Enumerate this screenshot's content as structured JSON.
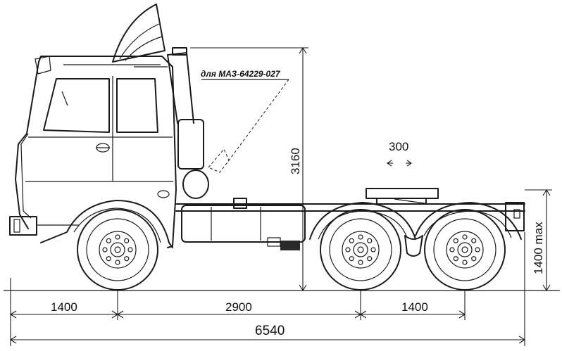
{
  "note": "для МАЗ-64229-027",
  "dimensions": {
    "front_overhang": "1400",
    "wheelbase_1": "2900",
    "wheelbase_2": "1400",
    "total_length": "6540",
    "height": "3160",
    "fifth_wheel_offset": "300",
    "frame_height": "1400 max"
  },
  "colors": {
    "line": "#1a1a1a",
    "background": "#ffffff"
  }
}
